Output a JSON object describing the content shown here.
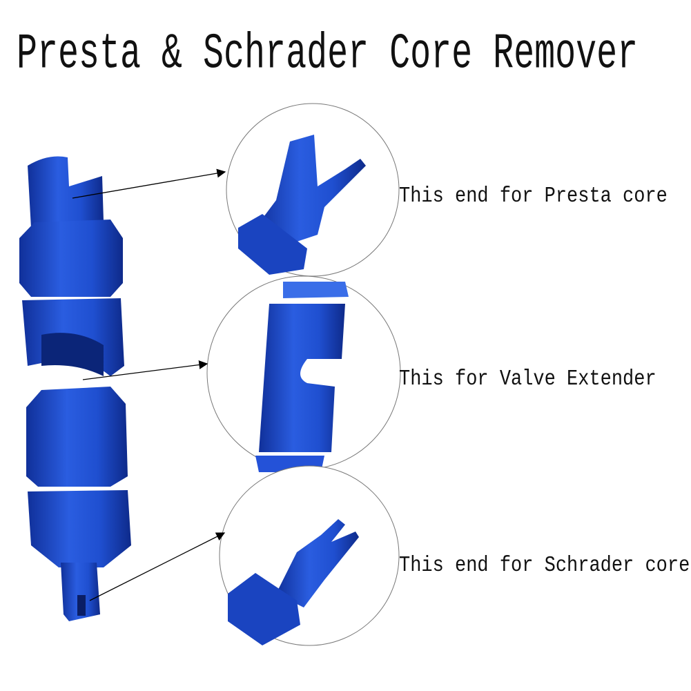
{
  "title": "Presta & Schrader Core Remover",
  "callouts": [
    {
      "label": "This end for Presta core"
    },
    {
      "label": "This for Valve Extender"
    },
    {
      "label": "This end for Schrader core"
    }
  ],
  "colors": {
    "tool_blue": "#1f4fd0",
    "tool_dark": "#10309a",
    "tool_light": "#3f7cf0"
  }
}
